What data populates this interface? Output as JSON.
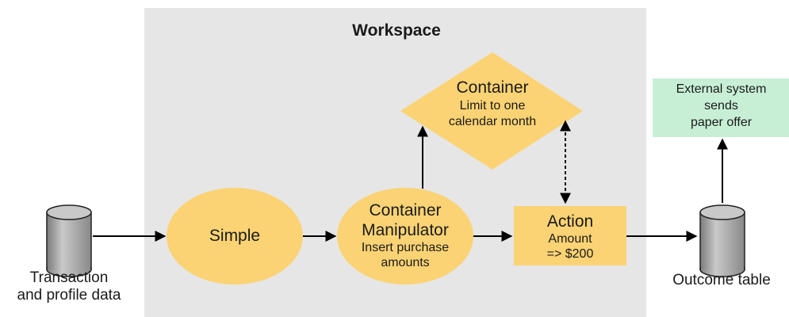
{
  "workspace": {
    "title": "Workspace"
  },
  "colors": {
    "workspace_bg": "#e6e6e6",
    "node_fill": "#fbd374",
    "external_fill": "#c7efd6",
    "arrow": "#000000",
    "db_fill": "#a6a6a6"
  },
  "nodes": {
    "transaction_db": {
      "caption_line1": "Transaction",
      "caption_line2": "and profile data"
    },
    "simple": {
      "label": "Simple"
    },
    "container_manipulator": {
      "title_line1": "Container",
      "title_line2": "Manipulator",
      "sub_line1": "Insert purchase",
      "sub_line2": "amounts"
    },
    "container": {
      "title": "Container",
      "sub_line1": "Limit to one",
      "sub_line2": "calendar month"
    },
    "action": {
      "title": "Action",
      "sub_line1": "Amount",
      "sub_line2": "=> $200"
    },
    "outcome_db": {
      "caption": "Outcome table"
    },
    "external": {
      "line1": "External system",
      "line2": "sends",
      "line3": "paper offer"
    }
  }
}
